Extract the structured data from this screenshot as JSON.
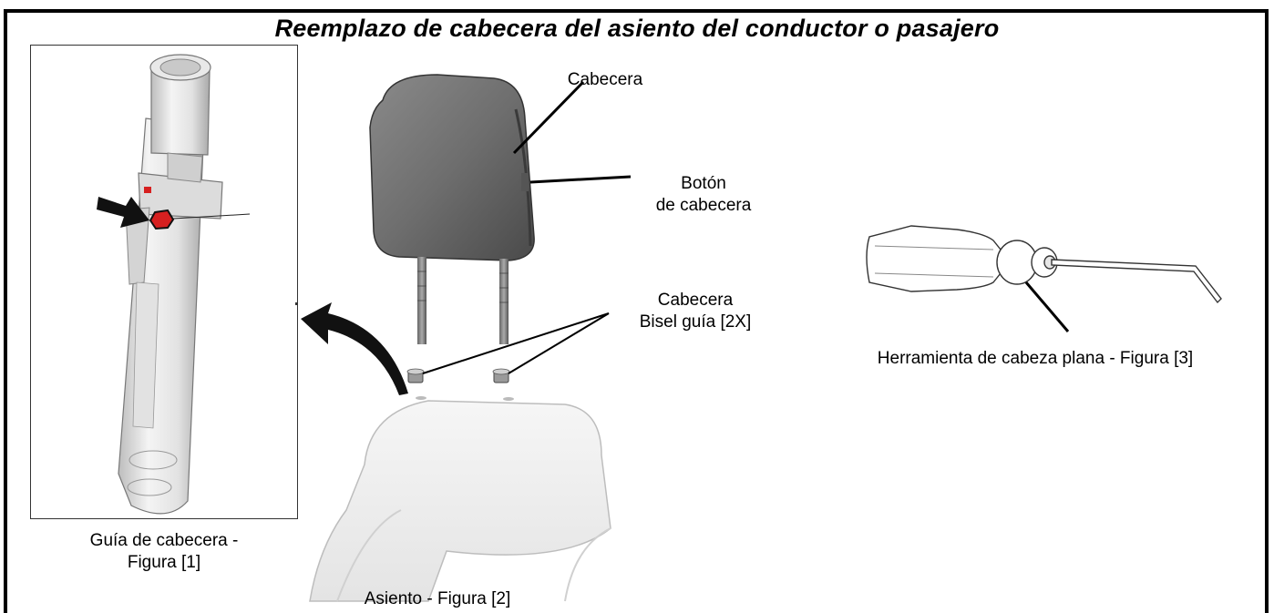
{
  "title": "Reemplazo de cabecera del asiento del conductor o pasajero",
  "figure1": {
    "caption_line1": "Guía de cabecera -",
    "caption_line2": "Figura [1]"
  },
  "figure2": {
    "caption": "Asiento - Figura [2]",
    "headrest_label": "Cabecera",
    "button_label_line1": "Botón",
    "button_label_line2": "de cabecera",
    "bezel_label_line1": "Cabecera",
    "bezel_label_line2": "Bisel guía [2X]"
  },
  "figure3": {
    "caption": "Herramienta de cabeza plana - Figura [3]"
  },
  "colors": {
    "accent_red": "#d62020",
    "frame": "#000000"
  },
  "icons": {
    "pointer_arrow": "black-arrow-icon",
    "curved_arrow": "curved-arrow-icon"
  }
}
